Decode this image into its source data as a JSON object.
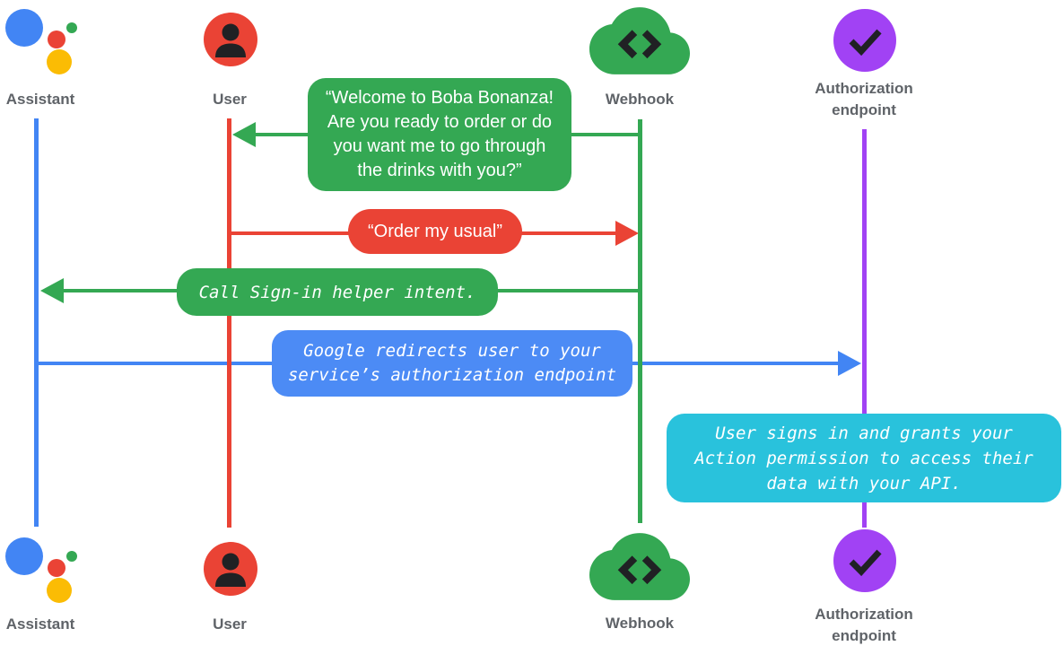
{
  "diagram": {
    "type": "sequence-diagram",
    "background": "#ffffff",
    "actors": {
      "assistant": {
        "label": "Assistant",
        "lifeline_color": "#4285F4",
        "icon": "google-assistant-logo"
      },
      "user": {
        "label": "User",
        "lifeline_color": "#EA4335",
        "icon": "person-in-circle"
      },
      "webhook": {
        "label": "Webhook",
        "lifeline_color": "#34A853",
        "icon": "cloud-with-code-brackets"
      },
      "auth": {
        "label": "Authorization\nendpoint",
        "lifeline_color": "#A142F4",
        "icon": "checkmark-in-circle"
      }
    },
    "messages": {
      "welcome": {
        "from": "webhook",
        "to": "user",
        "color": "#34A853",
        "text_style": "sans",
        "text": "“Welcome to Boba Bonanza! Are you ready to order or do you want me to go through the drinks with you?”"
      },
      "order": {
        "from": "user",
        "to": "webhook",
        "color": "#EA4335",
        "text_style": "sans",
        "text": "“Order my usual”"
      },
      "signin": {
        "from": "webhook",
        "to": "assistant",
        "color": "#34A853",
        "text_style": "mono-italic",
        "text": "Call Sign-in helper intent."
      },
      "redirect": {
        "from": "assistant",
        "to": "auth",
        "color": "#4C8BF5",
        "text_style": "mono-italic",
        "text": "Google redirects user to your service’s authorization endpoint"
      },
      "grants": {
        "on": "auth",
        "color": "#29C2DC",
        "text_style": "mono-italic",
        "text": "User signs in and grants your Action permission to access their data with your API."
      }
    },
    "colors": {
      "green": "#34A853",
      "red": "#EA4335",
      "blue": "#4285F4",
      "blue_bubble": "#4C8BF5",
      "purple": "#A142F4",
      "cyan": "#29C2DC",
      "yellow": "#FBBC04",
      "label_gray": "#5F6368",
      "glyph_black": "#202124"
    }
  }
}
